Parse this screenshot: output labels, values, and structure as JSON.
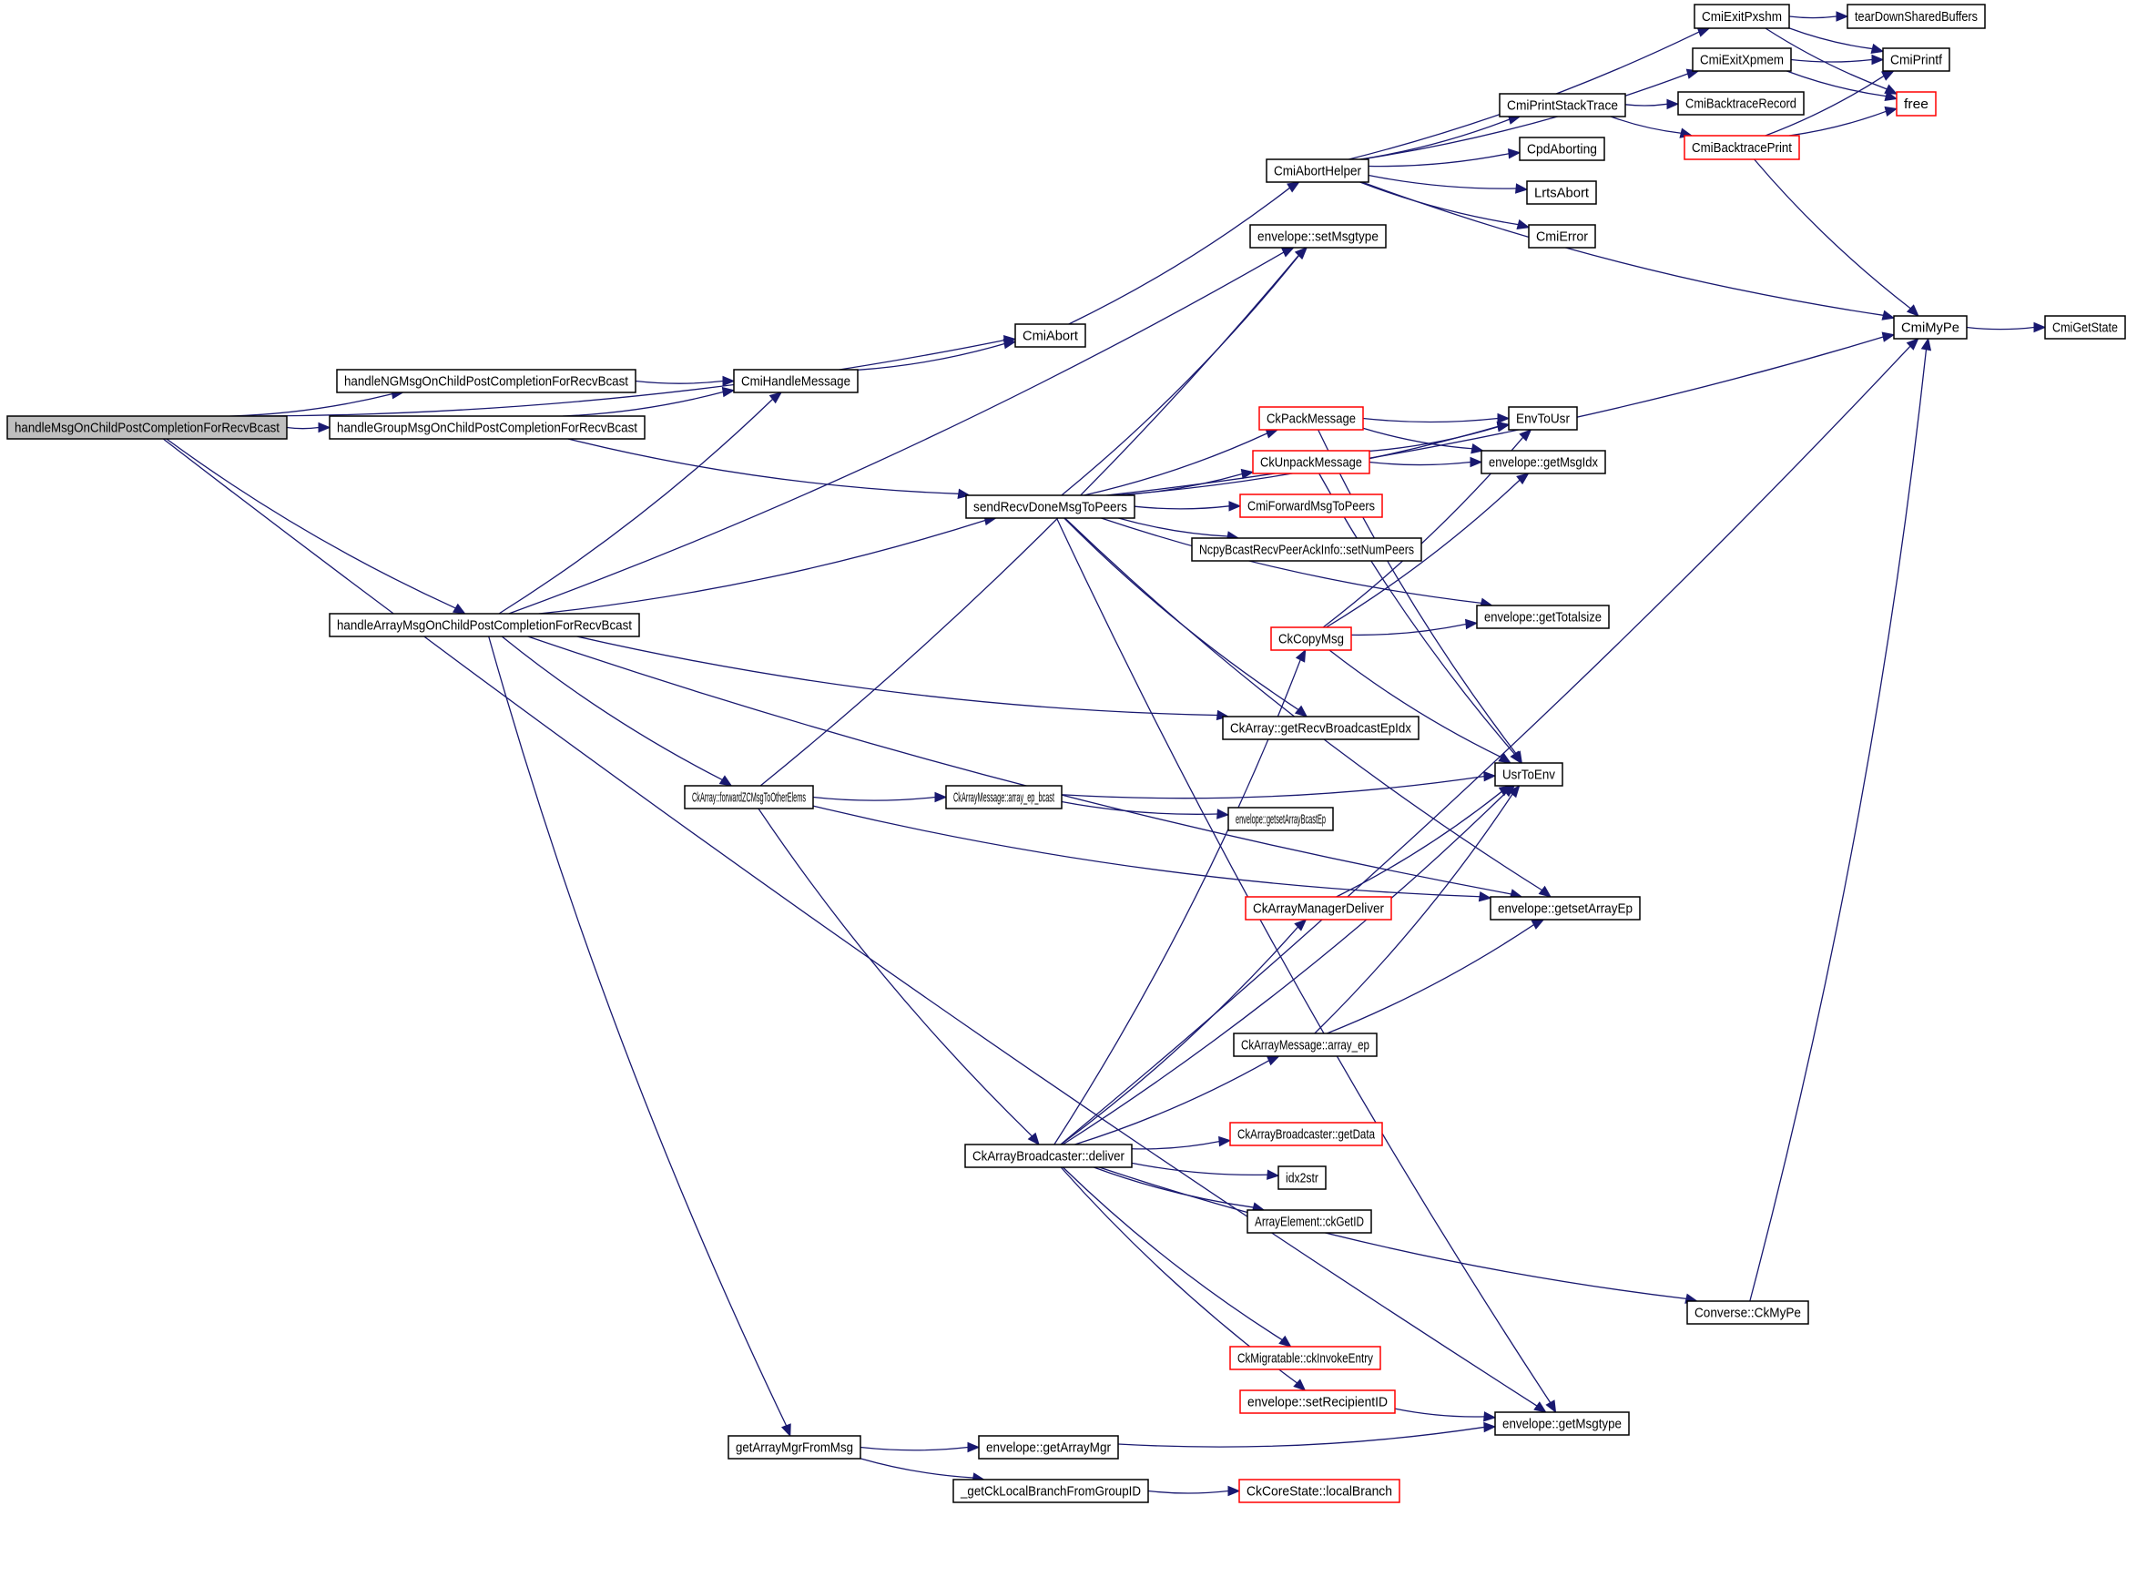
{
  "diagram": {
    "type": "call-graph",
    "root": "handleMsgOnChildPostCompletionForRecvBcast",
    "colors": {
      "edge": "#191970",
      "external_border": "#ff0000",
      "node_border": "#000000",
      "root_fill": "#bfbfbf"
    },
    "nodes": [
      {
        "id": "root",
        "label": "handleMsgOnChildPostCompletionForRecvBcast",
        "style": "root"
      },
      {
        "id": "ng",
        "label": "handleNGMsgOnChildPostCompletionForRecvBcast"
      },
      {
        "id": "grp",
        "label": "handleGroupMsgOnChildPostCompletionForRecvBcast"
      },
      {
        "id": "arr",
        "label": "handleArrayMsgOnChildPostCompletionForRecvBcast"
      },
      {
        "id": "cmiAbort",
        "label": "CmiAbort"
      },
      {
        "id": "cmiHandle",
        "label": "CmiHandleMessage"
      },
      {
        "id": "abortHelper",
        "label": "CmiAbortHelper"
      },
      {
        "id": "setMsgtype",
        "label": "envelope::setMsgtype"
      },
      {
        "id": "exitPxshm",
        "label": "CmiExitPxshm"
      },
      {
        "id": "exitXpmem",
        "label": "CmiExitXpmem"
      },
      {
        "id": "printStack",
        "label": "CmiPrintStackTrace"
      },
      {
        "id": "cpdAborting",
        "label": "CpdAborting"
      },
      {
        "id": "lrtsAbort",
        "label": "LrtsAbort"
      },
      {
        "id": "cmiError",
        "label": "CmiError"
      },
      {
        "id": "tearDown",
        "label": "tearDownSharedBuffers"
      },
      {
        "id": "cmiPrintf",
        "label": "CmiPrintf"
      },
      {
        "id": "free",
        "label": "free",
        "style": "red"
      },
      {
        "id": "btRecord",
        "label": "CmiBacktraceRecord"
      },
      {
        "id": "btPrint",
        "label": "CmiBacktracePrint",
        "style": "red"
      },
      {
        "id": "cmiMyPe",
        "label": "CmiMyPe"
      },
      {
        "id": "cmiGetState",
        "label": "CmiGetState"
      },
      {
        "id": "sendRecv",
        "label": "sendRecvDoneMsgToPeers"
      },
      {
        "id": "ckPack",
        "label": "CkPackMessage",
        "style": "red"
      },
      {
        "id": "ckUnpack",
        "label": "CkUnpackMessage",
        "style": "red"
      },
      {
        "id": "cmiFwd",
        "label": "CmiForwardMsgToPeers",
        "style": "red"
      },
      {
        "id": "ncpy",
        "label": "NcpyBcastRecvPeerAckInfo::setNumPeers"
      },
      {
        "id": "envToUsr",
        "label": "EnvToUsr"
      },
      {
        "id": "getMsgIdx",
        "label": "envelope::getMsgIdx"
      },
      {
        "id": "getTotalsize",
        "label": "envelope::getTotalsize"
      },
      {
        "id": "ckCopy",
        "label": "CkCopyMsg",
        "style": "red"
      },
      {
        "id": "getRecvBcast",
        "label": "CkArray::getRecvBroadcastEpIdx"
      },
      {
        "id": "fwdZC",
        "label": "CkArray::forwardZCMsgToOtherElems"
      },
      {
        "id": "epBcast",
        "label": "CkArrayMessage::array_ep_bcast"
      },
      {
        "id": "getsetBcastEp",
        "label": "envelope::getsetArrayBcastEp"
      },
      {
        "id": "usrToEnv",
        "label": "UsrToEnv"
      },
      {
        "id": "mgrDeliver",
        "label": "CkArrayManagerDeliver",
        "style": "red"
      },
      {
        "id": "getsetArrayEp",
        "label": "envelope::getsetArrayEp"
      },
      {
        "id": "arrayEp",
        "label": "CkArrayMessage::array_ep"
      },
      {
        "id": "bcDeliver",
        "label": "CkArrayBroadcaster::deliver"
      },
      {
        "id": "getData",
        "label": "CkArrayBroadcaster::getData",
        "style": "red"
      },
      {
        "id": "idx2str",
        "label": "idx2str"
      },
      {
        "id": "ckGetID",
        "label": "ArrayElement::ckGetID"
      },
      {
        "id": "convMyPe",
        "label": "Converse::CkMyPe"
      },
      {
        "id": "invokeEntry",
        "label": "CkMigratable::ckInvokeEntry",
        "style": "red"
      },
      {
        "id": "setRecip",
        "label": "envelope::setRecipientID",
        "style": "red"
      },
      {
        "id": "getMsgtype",
        "label": "envelope::getMsgtype"
      },
      {
        "id": "getMgrFromMsg",
        "label": "getArrayMgrFromMsg"
      },
      {
        "id": "getArrayMgr",
        "label": "envelope::getArrayMgr"
      },
      {
        "id": "localBranch",
        "label": "_getCkLocalBranchFromGroupID"
      },
      {
        "id": "coreLocal",
        "label": "CkCoreState::localBranch",
        "style": "red"
      }
    ],
    "edges": [
      [
        "root",
        "cmiAbort"
      ],
      [
        "root",
        "ng"
      ],
      [
        "root",
        "grp"
      ],
      [
        "root",
        "arr"
      ],
      [
        "root",
        "getMsgtype"
      ],
      [
        "ng",
        "cmiHandle"
      ],
      [
        "grp",
        "cmiHandle"
      ],
      [
        "grp",
        "sendRecv"
      ],
      [
        "cmiHandle",
        "cmiAbort"
      ],
      [
        "cmiAbort",
        "abortHelper"
      ],
      [
        "abortHelper",
        "exitPxshm"
      ],
      [
        "abortHelper",
        "exitXpmem"
      ],
      [
        "abortHelper",
        "printStack"
      ],
      [
        "abortHelper",
        "cpdAborting"
      ],
      [
        "abortHelper",
        "lrtsAbort"
      ],
      [
        "abortHelper",
        "cmiError"
      ],
      [
        "abortHelper",
        "cmiMyPe"
      ],
      [
        "exitPxshm",
        "tearDown"
      ],
      [
        "exitPxshm",
        "cmiPrintf"
      ],
      [
        "exitPxshm",
        "free"
      ],
      [
        "exitXpmem",
        "cmiPrintf"
      ],
      [
        "exitXpmem",
        "free"
      ],
      [
        "printStack",
        "btRecord"
      ],
      [
        "printStack",
        "btPrint"
      ],
      [
        "btPrint",
        "cmiPrintf"
      ],
      [
        "btPrint",
        "free"
      ],
      [
        "btPrint",
        "cmiMyPe"
      ],
      [
        "cmiMyPe",
        "cmiGetState"
      ],
      [
        "arr",
        "cmiHandle"
      ],
      [
        "arr",
        "setMsgtype"
      ],
      [
        "arr",
        "sendRecv"
      ],
      [
        "arr",
        "getRecvBcast"
      ],
      [
        "arr",
        "fwdZC"
      ],
      [
        "arr",
        "getsetArrayEp"
      ],
      [
        "arr",
        "getMgrFromMsg"
      ],
      [
        "sendRecv",
        "setMsgtype"
      ],
      [
        "sendRecv",
        "cmiMyPe"
      ],
      [
        "sendRecv",
        "envToUsr"
      ],
      [
        "sendRecv",
        "ckPack"
      ],
      [
        "sendRecv",
        "ckUnpack"
      ],
      [
        "sendRecv",
        "cmiFwd"
      ],
      [
        "sendRecv",
        "ncpy"
      ],
      [
        "sendRecv",
        "getTotalsize"
      ],
      [
        "sendRecv",
        "getRecvBcast"
      ],
      [
        "sendRecv",
        "getsetArrayEp"
      ],
      [
        "sendRecv",
        "getMsgtype"
      ],
      [
        "ckPack",
        "envToUsr"
      ],
      [
        "ckPack",
        "getMsgIdx"
      ],
      [
        "ckPack",
        "usrToEnv"
      ],
      [
        "ckUnpack",
        "envToUsr"
      ],
      [
        "ckUnpack",
        "getMsgIdx"
      ],
      [
        "ckUnpack",
        "usrToEnv"
      ],
      [
        "ckCopy",
        "envToUsr"
      ],
      [
        "ckCopy",
        "getMsgIdx"
      ],
      [
        "ckCopy",
        "getTotalsize"
      ],
      [
        "ckCopy",
        "usrToEnv"
      ],
      [
        "fwdZC",
        "setMsgtype"
      ],
      [
        "fwdZC",
        "epBcast"
      ],
      [
        "fwdZC",
        "getsetArrayEp"
      ],
      [
        "fwdZC",
        "bcDeliver"
      ],
      [
        "epBcast",
        "usrToEnv"
      ],
      [
        "epBcast",
        "getsetBcastEp"
      ],
      [
        "mgrDeliver",
        "usrToEnv"
      ],
      [
        "arrayEp",
        "usrToEnv"
      ],
      [
        "arrayEp",
        "getsetArrayEp"
      ],
      [
        "bcDeliver",
        "ckCopy"
      ],
      [
        "bcDeliver",
        "mgrDeliver"
      ],
      [
        "bcDeliver",
        "arrayEp"
      ],
      [
        "bcDeliver",
        "usrToEnv"
      ],
      [
        "bcDeliver",
        "getData"
      ],
      [
        "bcDeliver",
        "idx2str"
      ],
      [
        "bcDeliver",
        "ckGetID"
      ],
      [
        "bcDeliver",
        "cmiMyPe"
      ],
      [
        "bcDeliver",
        "convMyPe"
      ],
      [
        "bcDeliver",
        "invokeEntry"
      ],
      [
        "bcDeliver",
        "setRecip"
      ],
      [
        "convMyPe",
        "cmiMyPe"
      ],
      [
        "setRecip",
        "getMsgtype"
      ],
      [
        "getMgrFromMsg",
        "getArrayMgr"
      ],
      [
        "getMgrFromMsg",
        "localBranch"
      ],
      [
        "getArrayMgr",
        "getMsgtype"
      ],
      [
        "localBranch",
        "coreLocal"
      ]
    ]
  }
}
